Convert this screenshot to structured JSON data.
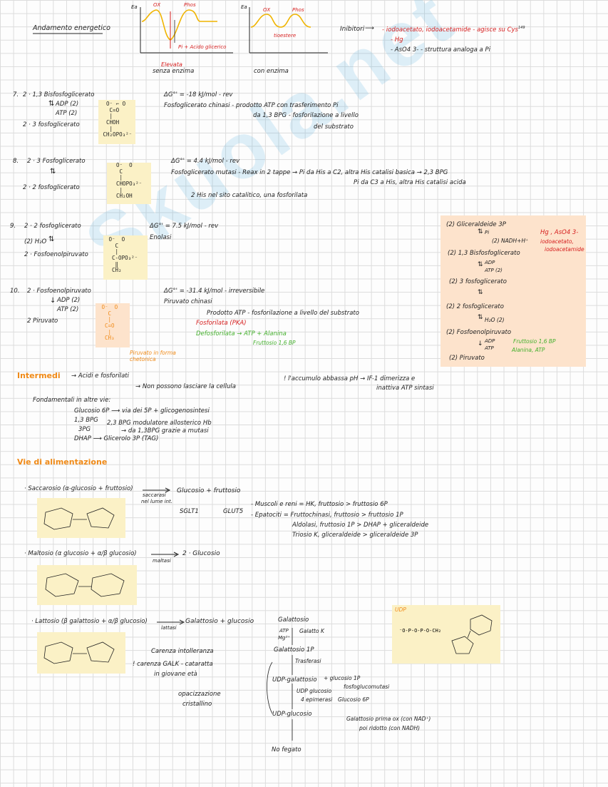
{
  "watermark": "Skuola.net",
  "top": {
    "title": "Andamento energetico",
    "graph1": {
      "y": "Ea",
      "peak1": "OX",
      "peak2": "Phos",
      "label1": "Pi + Acido glicerico",
      "label2": "Elevata",
      "caption": "senza enzima"
    },
    "graph2": {
      "y": "Ea",
      "peak1": "OX",
      "peak2": "Phos",
      "mid": "tioestere",
      "caption": "con enzima"
    },
    "inhib_title": "Inibitori",
    "inhib1": "- iodoacetato, iodoacetamide - agisce su Cys",
    "inhib1_sup": "149",
    "inhib2": "- Hg",
    "inhib3": "- AsO4 3- - struttura analoga a Pi"
  },
  "step7": {
    "num": "7.",
    "reactant": "2 · 1,3 Bisfosfoglicerato",
    "adp": "ADP (2)",
    "atp": "ATP (2)",
    "product": "2 · 3 fosfoglicerato",
    "struct": "  O⁻ ⌐ O\n   C=O\n   |\n  CHOH\n   |\n CH₂OPO₃²⁻",
    "dg": "ΔG°' = -18 kJ/mol - rev",
    "enzyme": "Fosfoglicerato chinasi - prodotto ATP con trasferimento Pi",
    "line2": "da 1,3 BPG - fosforilazione a livello",
    "line3": "del substrato"
  },
  "step8": {
    "num": "8.",
    "reactant": "2 · 3 Fosfoglicerato",
    "product": "2 · 2 fosfoglicerato",
    "struct": "  O⁻  O\n   C\n   |\n  CHOPO₃²⁻\n   |\n  CH₂OH",
    "dg": "ΔG°' = 4.4 kJ/mol - rev",
    "enzyme": "Fosfoglicerato mutasi - Reax in 2 tappe → Pi da His a C2, altra His catalisi basica → 2,3 BPG",
    "line2": "Pi da C3 a His, altra His catalisi acida",
    "line3": "2 His nel sito catalitico, una fosforilata"
  },
  "step9": {
    "num": "9.",
    "reactant": "2 · 2 fosfoglicerato",
    "water": "(2) H₂O",
    "product": "2 · Fosfoenolpiruvato",
    "struct": " O⁻  O\n   C\n   |\n  C-OPO₃²⁻\n   ‖\n  CH₂",
    "dg": "ΔG°' = 7.5 kJ/mol - rev",
    "enzyme": "Enolasi"
  },
  "step10": {
    "num": "10.",
    "reactant": "2 · Fosfoenolpiruvato",
    "adp": "ADP (2)",
    "atp": "ATP (2)",
    "product": "2 Piruvato",
    "struct": " O⁻  O\n   C\n   |\n  C=O\n   |\n  CH₃",
    "note": "Piruvato in forma chetonica",
    "dg": "ΔG°' = -31.4 kJ/mol - irreversibile",
    "enzyme": "Piruvato chinasi",
    "line2": "Prodotto ATP - fosforilazione a livello del substrato",
    "red": "Fosforilata (PKA)",
    "green": "Defosforilata → ATP + Alanina",
    "green2": "Fruttosio 1,6 BP"
  },
  "summary": {
    "items": [
      "(2) Gliceraldeide 3P",
      "Pi",
      "(2) NADH+H⁺",
      "(2) 1,3 Bisfosfoglicerato",
      "ADP",
      "ATP (2)",
      "(2) 3 fosfoglicerato",
      "(2) 2 fosfoglicerato",
      "H₂O (2)",
      "(2) Fosfoenolpiruvato",
      "ADP",
      "ATP",
      "(2) Piruvato"
    ],
    "inhib": "Hg , AsO4 3-",
    "inhib2": "iodoacetato,",
    "inhib3": "iodoacetamide",
    "act": "Fruttosio 1,6 BP",
    "act2": "Alanina, ATP"
  },
  "intermedi": {
    "title": "Intermedi",
    "a": "→ Acidi e fosforilati",
    "b": "→ Non possono lasciare la cellula",
    "c": "! l'accumulo abbassa pH → IF-1 dimerizza e",
    "d": "inattiva ATP sintasi",
    "e": "Fondamentali in altre vie:",
    "f": "Glucosio 6P ⟶ via dei 5P + glicogenosintesi",
    "g": "1,3 BPG",
    "h": "2,3 BPG modulatore allosterico Hb",
    "i": "3PG",
    "j": "→ da 1,3BPG grazie a mutasi",
    "k": "DHAP ⟶ Glicerolo 3P (TAG)"
  },
  "vie": {
    "title": "Vie di alimentazione",
    "sacc": "· Saccarosio (α-glucosio + fruttosio)",
    "sacc_enz": "saccarasi",
    "sacc_enz2": "nel lume int.",
    "sacc_prod": "Glucosio + fruttosio",
    "sglt": "SGLT1",
    "glut": "GLUT5",
    "m1": "- Muscoli e reni = HK, fruttosio > fruttosio 6P",
    "m2": "- Epatociti = Fruttochinasi, fruttosio > fruttosio 1P",
    "m3": "Aldolasi, fruttosio 1P > DHAP + gliceraldeide",
    "m4": "Triosio K, gliceraldeide > gliceraldeide 3P",
    "malt": "· Maltosio (α glucosio + α/β glucosio)",
    "malt_enz": "maltasi",
    "malt_prod": "2 · Glucosio",
    "latt": "· Lattosio (β galattosio + α/β glucosio)",
    "latt_enz": "lattasi",
    "latt_prod": "Galattosio + glucosio",
    "l1": "Carenza intolleranza",
    "l2": "! carenza GALK - cataratta",
    "l3": "in giovane età",
    "l4": "opacizzazione",
    "l5": "cristallino",
    "gal": "Galattosio",
    "gal_atp": "ATP",
    "gal_mg": "Mg²⁺",
    "gal_k": "Galatto K",
    "gal1p": "Galattosio 1P",
    "transf": "Trasferasi",
    "udpgal": "UDP-galattosio",
    "glc1p": "+ glucosio 1P",
    "fgm": "fosfoglucomutasi",
    "udpglc_small": "UDP glucosio",
    "epim": "4 epimerasi",
    "glc6p": "Glucosio 6P",
    "udpglc": "UDP-glucosio",
    "fegato": "No fegato",
    "note": "Galattosio prima ox (con NAD⁺)",
    "note2": "poi ridotto (con NADH)",
    "udp_label": "UDP"
  },
  "colors": {
    "red": "#d62020",
    "orange": "#f08a17",
    "green": "#44b02d",
    "yellow": "#fbf1c6",
    "peach": "#fde3cc"
  }
}
